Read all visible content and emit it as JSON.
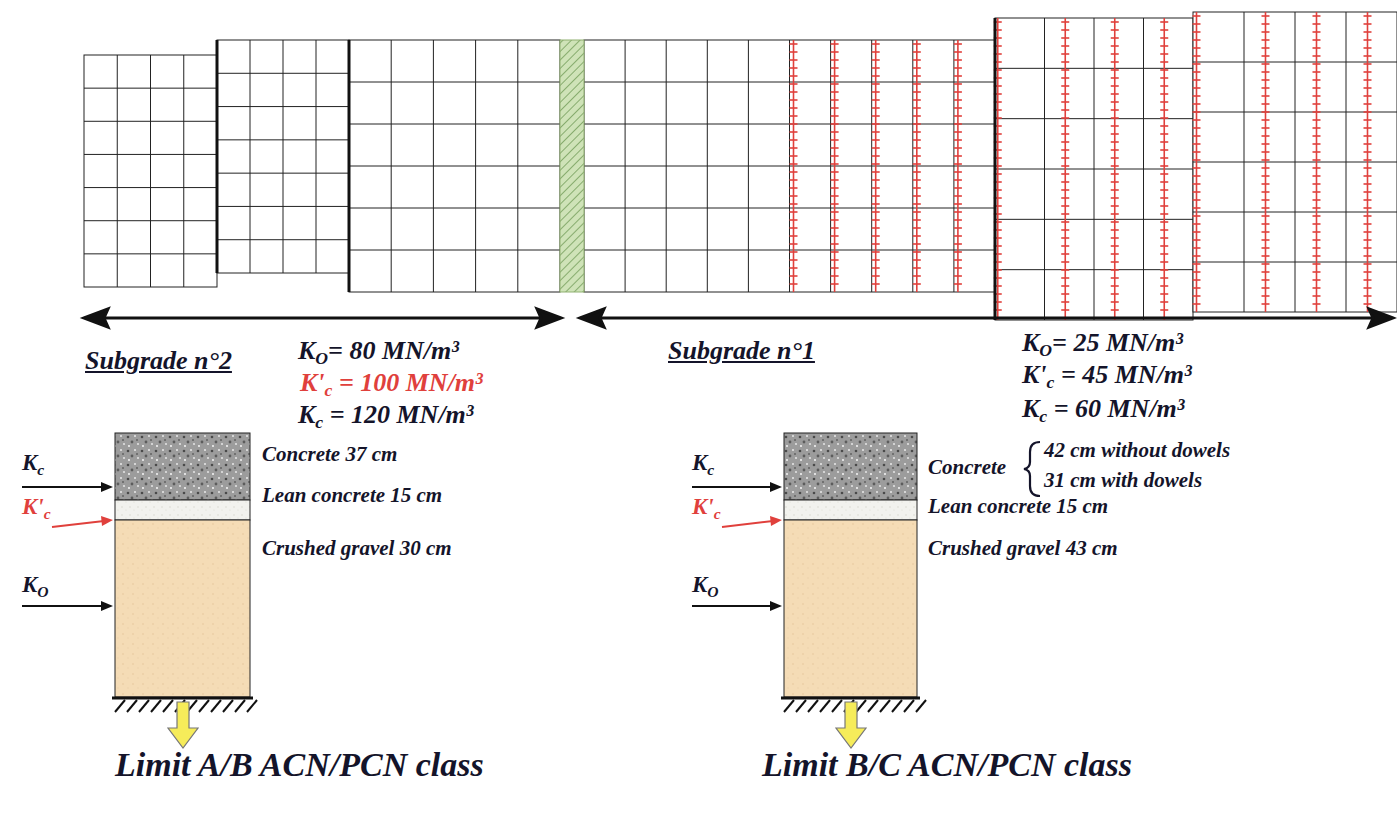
{
  "diagram": {
    "labels": [
      "Subgrade n°2",
      "K",
      "O",
      "= 80 MN/m³",
      "K'",
      "c",
      " = 100 MN/m³",
      "K",
      "c",
      " = 120 MN/m³",
      "Subgrade n°1",
      "K",
      "O",
      "= 25 MN/m³",
      "K'",
      "c",
      " = 45 MN/m³",
      "K",
      "c",
      " = 60 MN/m³",
      "K",
      "c",
      "K'",
      "c",
      "K",
      "O",
      "Concrete 37 cm",
      "Lean concrete 15 cm",
      "Crushed gravel 30 cm",
      "Limit A/B ACN/PCN class",
      "K",
      "c",
      "K'",
      "c",
      "K",
      "O",
      "Concrete",
      "42 cm without dowels",
      "31 cm with dowels",
      "Lean concrete 15 cm",
      "Crushed gravel 43 cm",
      "Limit B/C ACN/PCN class"
    ]
  }
}
